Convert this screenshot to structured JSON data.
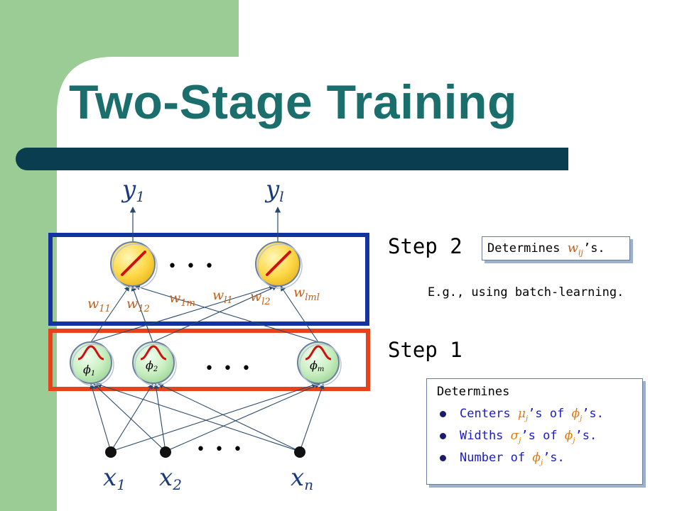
{
  "title": "Two-Stage Training",
  "steps": {
    "step2": "Step 2",
    "step1": "Step 1"
  },
  "step2_box": {
    "prefix": "Determines ",
    "w": "w",
    "w_sub": "ij",
    "suffix": "’s."
  },
  "note": "E.g., using batch-learning.",
  "step1_box": {
    "header": "Determines",
    "items": [
      {
        "a": "Centers ",
        "g1": "μ",
        "g1sub": "j",
        "b": "’s of ",
        "g2": "ϕ",
        "g2sub": "j",
        "c": "’s."
      },
      {
        "a": "Widths ",
        "g1": "σ",
        "g1sub": "j",
        "b": "’s of ",
        "g2": "ϕ",
        "g2sub": "j",
        "c": "’s."
      },
      {
        "a": "Number of ",
        "g1": "ϕ",
        "g1sub": "j",
        "b": "’s.",
        "g2": "",
        "g2sub": "",
        "c": ""
      }
    ]
  },
  "network": {
    "outputs": [
      {
        "main": "y",
        "sub": "1"
      },
      {
        "main": "y",
        "sub": "l"
      }
    ],
    "inputs": [
      {
        "main": "x",
        "sub": "1"
      },
      {
        "main": "x",
        "sub": "2"
      },
      {
        "main": "x",
        "sub": "n"
      }
    ],
    "hidden": [
      {
        "main": "ϕ",
        "sub": "1"
      },
      {
        "main": "ϕ",
        "sub": "2"
      },
      {
        "main": "ϕ",
        "sub": "m"
      }
    ],
    "weights": [
      {
        "main": "w",
        "sub": "11"
      },
      {
        "main": "w",
        "sub": "12"
      },
      {
        "main": "w",
        "sub": "1m"
      },
      {
        "main": "w",
        "sub": "l1"
      },
      {
        "main": "w",
        "sub": "l2"
      },
      {
        "main": "w",
        "sub": "lml"
      }
    ],
    "ellipsis": "• • •"
  },
  "colors": {
    "title": "#1a6e6c",
    "left_band": "#9ccc96",
    "top_bar": "#0a3d50",
    "output_frame": "#1432a0",
    "hidden_frame": "#e8421a",
    "node_fill": "#ffe060",
    "hidden_fill": "#ccf0c8",
    "weight_label": "#c0601a",
    "step_text": "#1a1ad0"
  }
}
